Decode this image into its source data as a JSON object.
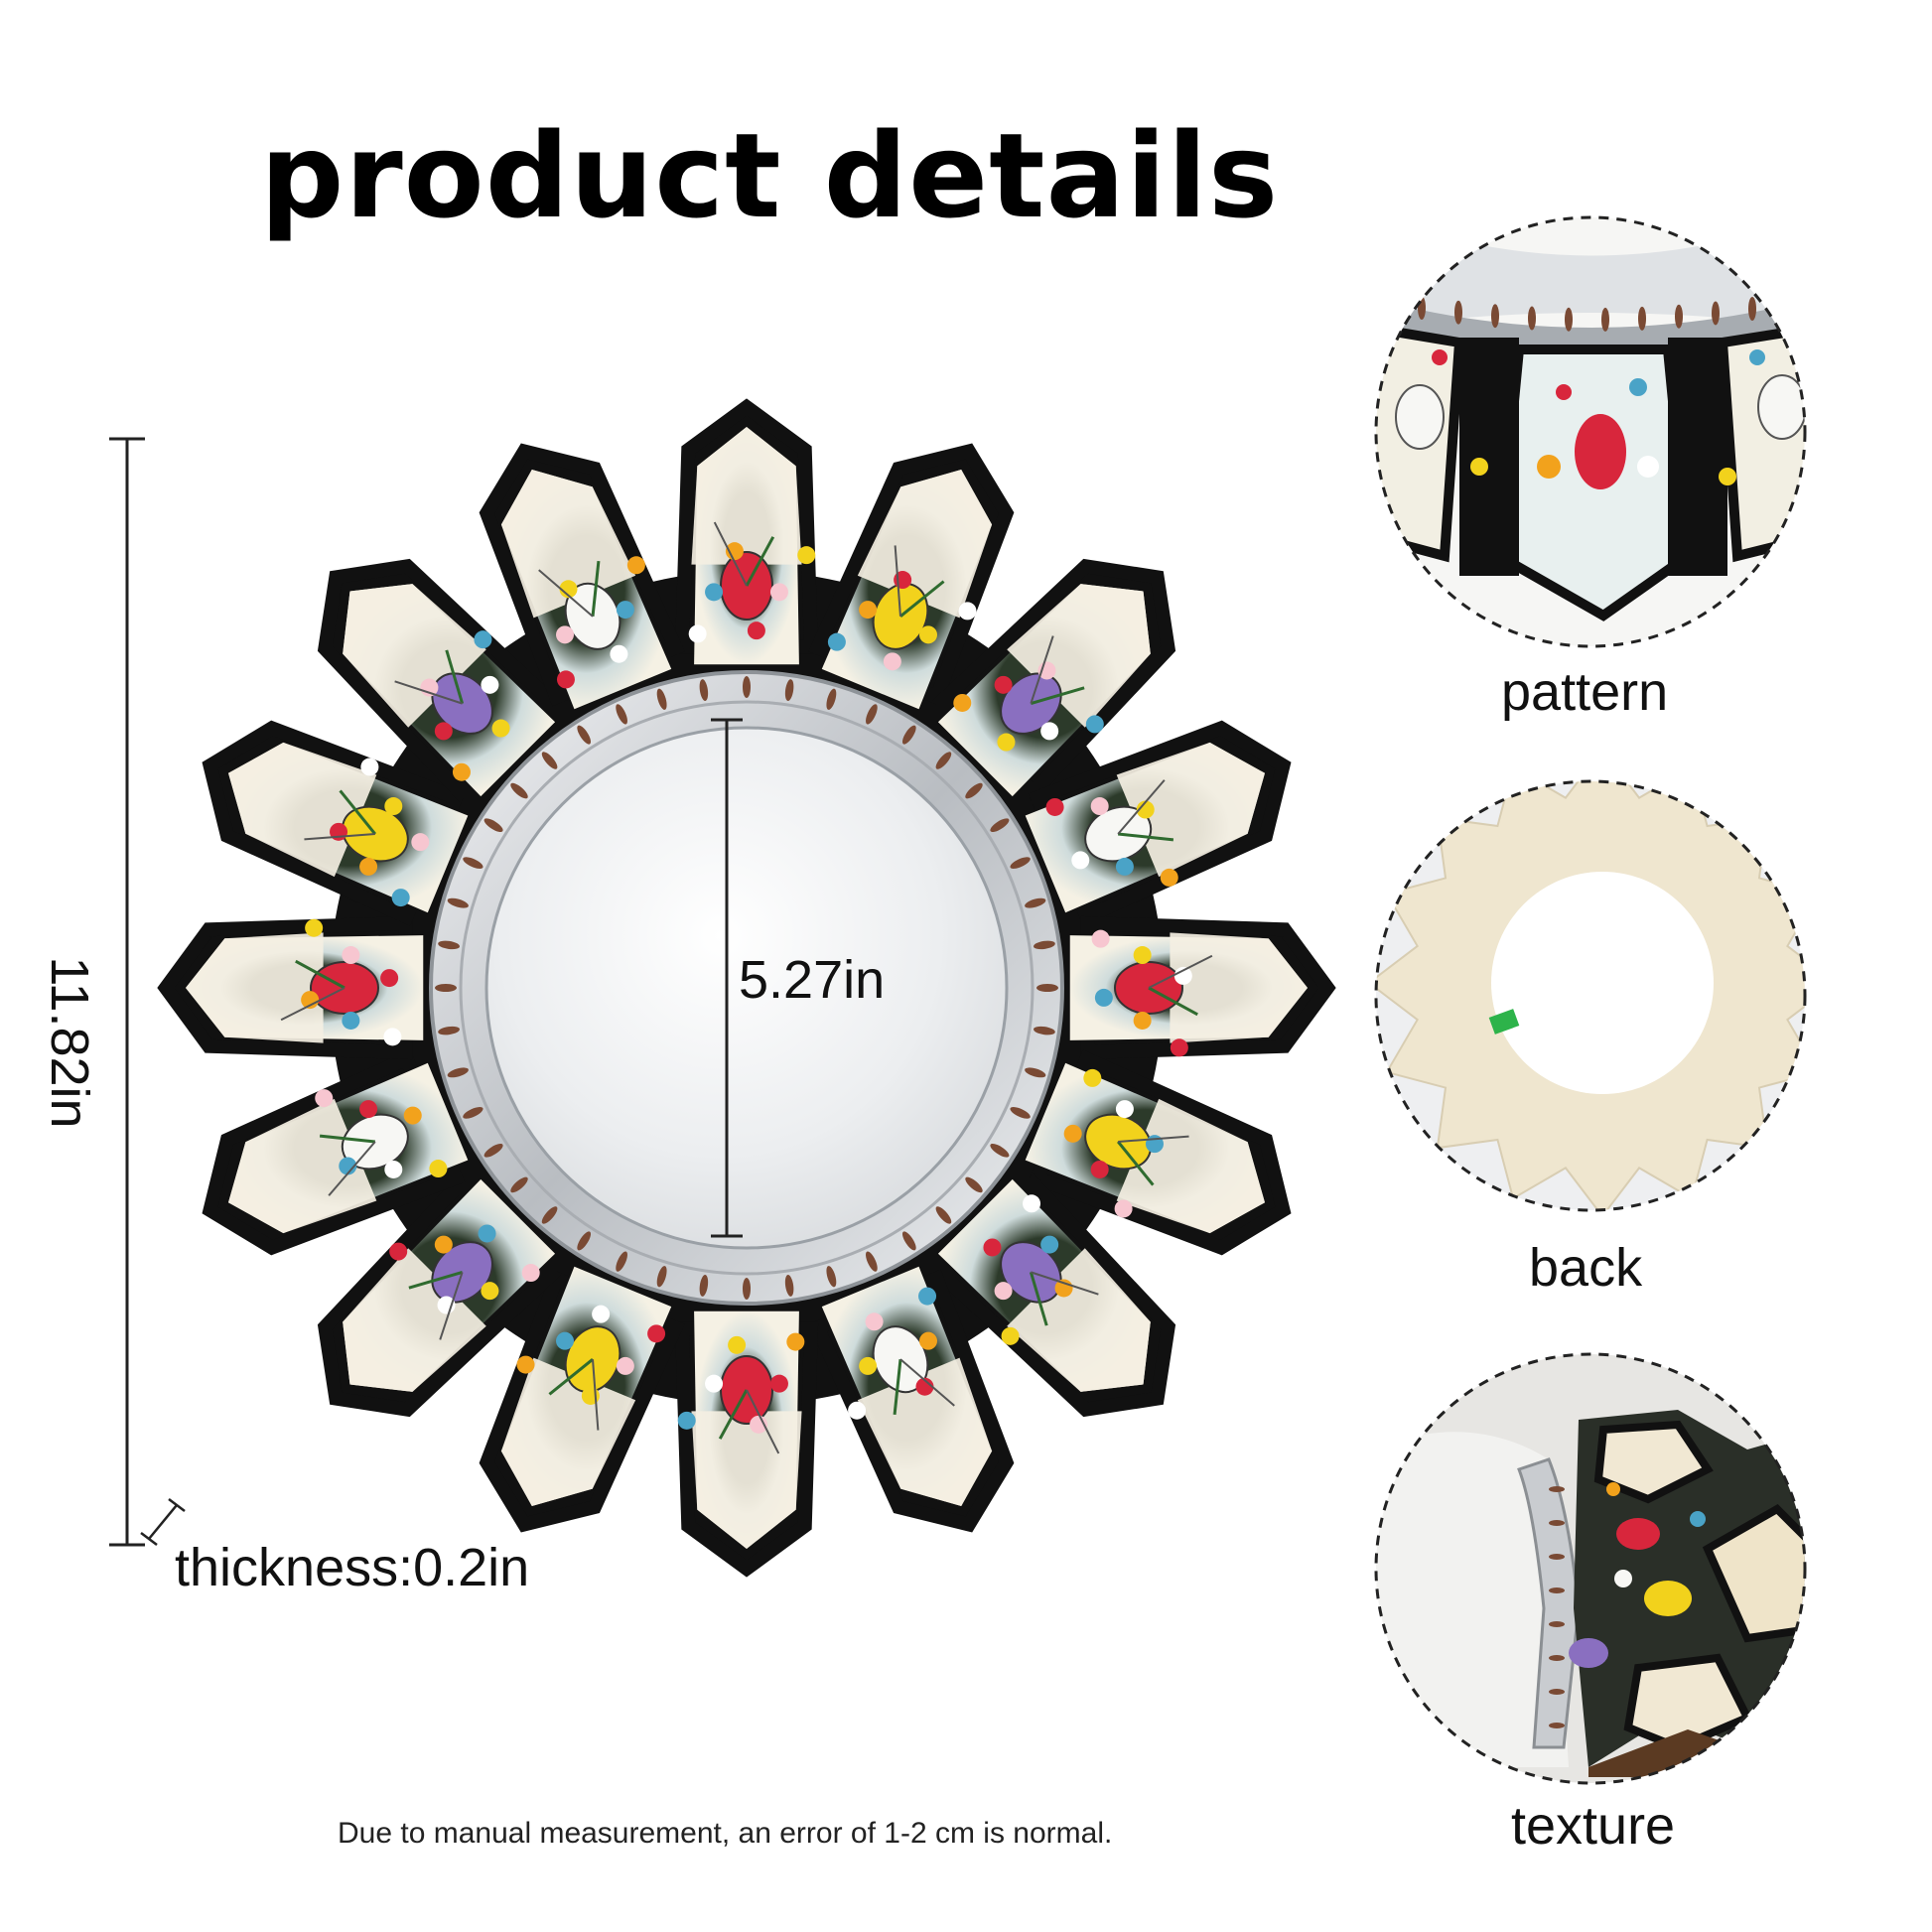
{
  "headline": "product details",
  "dimensions": {
    "height": "11.82in",
    "inner_diameter": "5.27in",
    "thickness": "thickness:0.2in"
  },
  "detail_views": [
    {
      "label": "pattern"
    },
    {
      "label": "back"
    },
    {
      "label": "texture"
    }
  ],
  "note": "Due to manual measurement, an error of 1-2 cm is normal.",
  "colors": {
    "frame_black": "#111111",
    "panel_cream": "#f4efe2",
    "mirror_silver": "#e4e6e8",
    "rim_silver": "#c9ccd0",
    "tulip_red": "#d8263c",
    "tulip_yellow": "#f2d21c",
    "tulip_purple": "#8a6fc0",
    "tulip_white": "#f7f7f4",
    "leaf_green": "#2f6b2f",
    "backing_cream": "#efe6cf"
  }
}
